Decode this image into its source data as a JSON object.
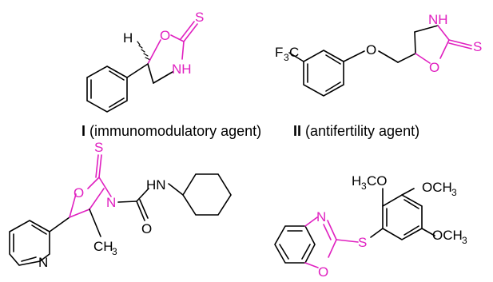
{
  "compounds": [
    {
      "numeral": "I",
      "description": "(immunomodulatory agent)",
      "atoms": {
        "H": "H",
        "O": "O",
        "S": "S",
        "NH": "NH"
      }
    },
    {
      "numeral": "II",
      "description": "(antifertility agent)",
      "atoms": {
        "F": "F",
        "F_sub": "3",
        "C": "C",
        "O_ether": "O",
        "NH": "NH",
        "O_ring": "O",
        "S": "S"
      }
    },
    {
      "atoms": {
        "S": "S",
        "O": "O",
        "N": "N",
        "HN": "HN",
        "O_carbonyl": "O",
        "N_pyridine": "N",
        "CH": "CH",
        "CH_sub": "3"
      }
    },
    {
      "atoms": {
        "H": "H",
        "H_sub": "3",
        "CO": "CO",
        "OCH_top": "OCH",
        "top_sub": "3",
        "OCH_bottom": "OCH",
        "bottom_sub": "3",
        "N": "N",
        "S": "S",
        "O": "O"
      }
    }
  ],
  "colors": {
    "highlight": "#e020c0",
    "bonds": "#000000"
  }
}
